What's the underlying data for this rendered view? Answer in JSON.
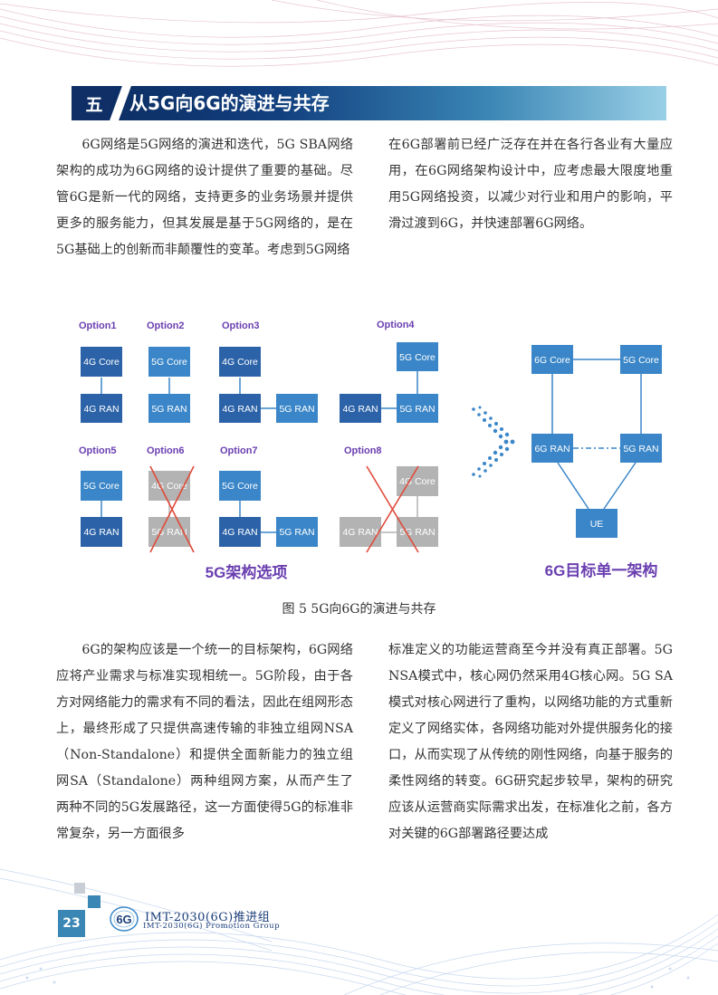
{
  "section": {
    "number": "五",
    "title": "从5G向6G的演进与共存"
  },
  "paragraphs": {
    "col1": "6G网络是5G网络的演进和迭代，5G SBA网络架构的成功为6G网络的设计提供了重要的基础。尽管6G是新一代的网络，支持更多的业务场景并提供更多的服务能力，但其发展是基于5G网络的，是在5G基础上的创新而非颠覆性的变革。考虑到5G网络",
    "col2": "在6G部署前已经广泛存在并在各行各业有大量应用，在6G网络架构设计中，应考虑最大限度地重用5G网络投资，以减少对行业和用户的影响，平滑过渡到6G，并快速部署6G网络。",
    "col3": "6G的架构应该是一个统一的目标架构，6G网络应将产业需求与标准实现相统一。5G阶段，由于各方对网络能力的需求有不同的看法，因此在组网形态上，最终形成了只提供高速传输的非独立组网NSA（Non-Standalone）和提供全面新能力的独立组网SA（Standalone）两种组网方案，从而产生了两种不同的5G发展路径，这一方面使得5G的标准非常复杂，另一方面很多",
    "col4": "标准定义的功能运营商至今并没有真正部署。5G NSA模式中，核心网仍然采用4G核心网。5G SA模式对核心网进行了重构，以网络功能的方式重新定义了网络实体，各网络功能对外提供服务化的接口，从而实现了从传统的刚性网络，向基于服务的柔性网络的转变。6G研究起步较早，架构的研究应该从运营商实际需求出发，在标准化之前，各方对关键的6G部署路径要达成"
  },
  "figure": {
    "options": [
      {
        "label": "Option1",
        "boxes": [
          "4G Core",
          "4G RAN"
        ]
      },
      {
        "label": "Option2",
        "boxes": [
          "5G Core",
          "5G RAN"
        ]
      },
      {
        "label": "Option3",
        "boxes": [
          "4G Core",
          "4G RAN",
          "5G RAN"
        ]
      },
      {
        "label": "Option4",
        "boxes": [
          "5G Core",
          "4G RAN",
          "5G RAN"
        ]
      },
      {
        "label": "Option5",
        "boxes": [
          "5G Core",
          "4G RAN"
        ]
      },
      {
        "label": "Option6",
        "boxes": [
          "4G Core",
          "5G RAN"
        ]
      },
      {
        "label": "Option7",
        "boxes": [
          "5G Core",
          "4G RAN",
          "5G RAN"
        ]
      },
      {
        "label": "Option8",
        "boxes": [
          "4G Core",
          "4G RAN",
          "5G RAN"
        ]
      }
    ],
    "target_boxes": [
      "6G Core",
      "5G Core",
      "6G RAN",
      "5G RAN",
      "UE"
    ],
    "left_label": "5G架构选项",
    "right_label": "6G目标单一架构",
    "caption": "图 5 5G向6G的演进与共存"
  },
  "footer": {
    "page": "23",
    "org": "IMT-2030(6G)推进组",
    "org_en": "IMT-2030(6G) Promotion Group",
    "logo_text": "6G"
  },
  "colors": {
    "blue_box": "#3a86c8",
    "dark_blue_box": "#2c63a8",
    "gray_box": "#b3b3b3",
    "cross": "#e04a3a",
    "label_purple": "#6a3fb0"
  }
}
